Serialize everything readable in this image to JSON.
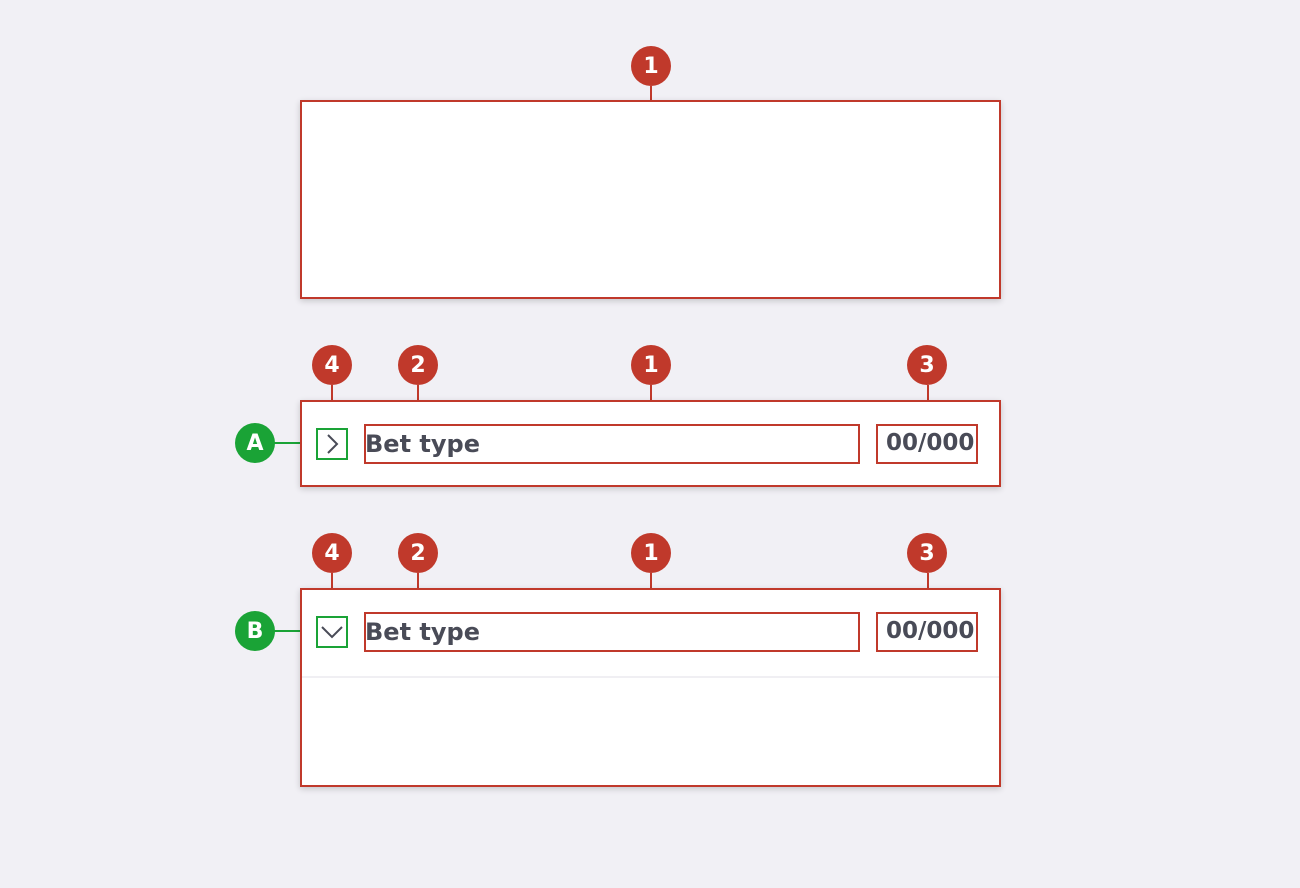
{
  "colors": {
    "background": "#f1f0f5",
    "panel": "#ffffff",
    "annotation_red": "#c0392b",
    "annotation_green": "#1aa336",
    "text": "#494b57"
  },
  "markers": {
    "one": "1",
    "two": "2",
    "three": "3",
    "four": "4",
    "a": "A",
    "b": "B"
  },
  "collapsed_item": {
    "label": "Bet type",
    "count": "00/000",
    "icon": "chevron-right-icon"
  },
  "expanded_item": {
    "label": "Bet type",
    "count": "00/000",
    "icon": "chevron-down-icon"
  }
}
